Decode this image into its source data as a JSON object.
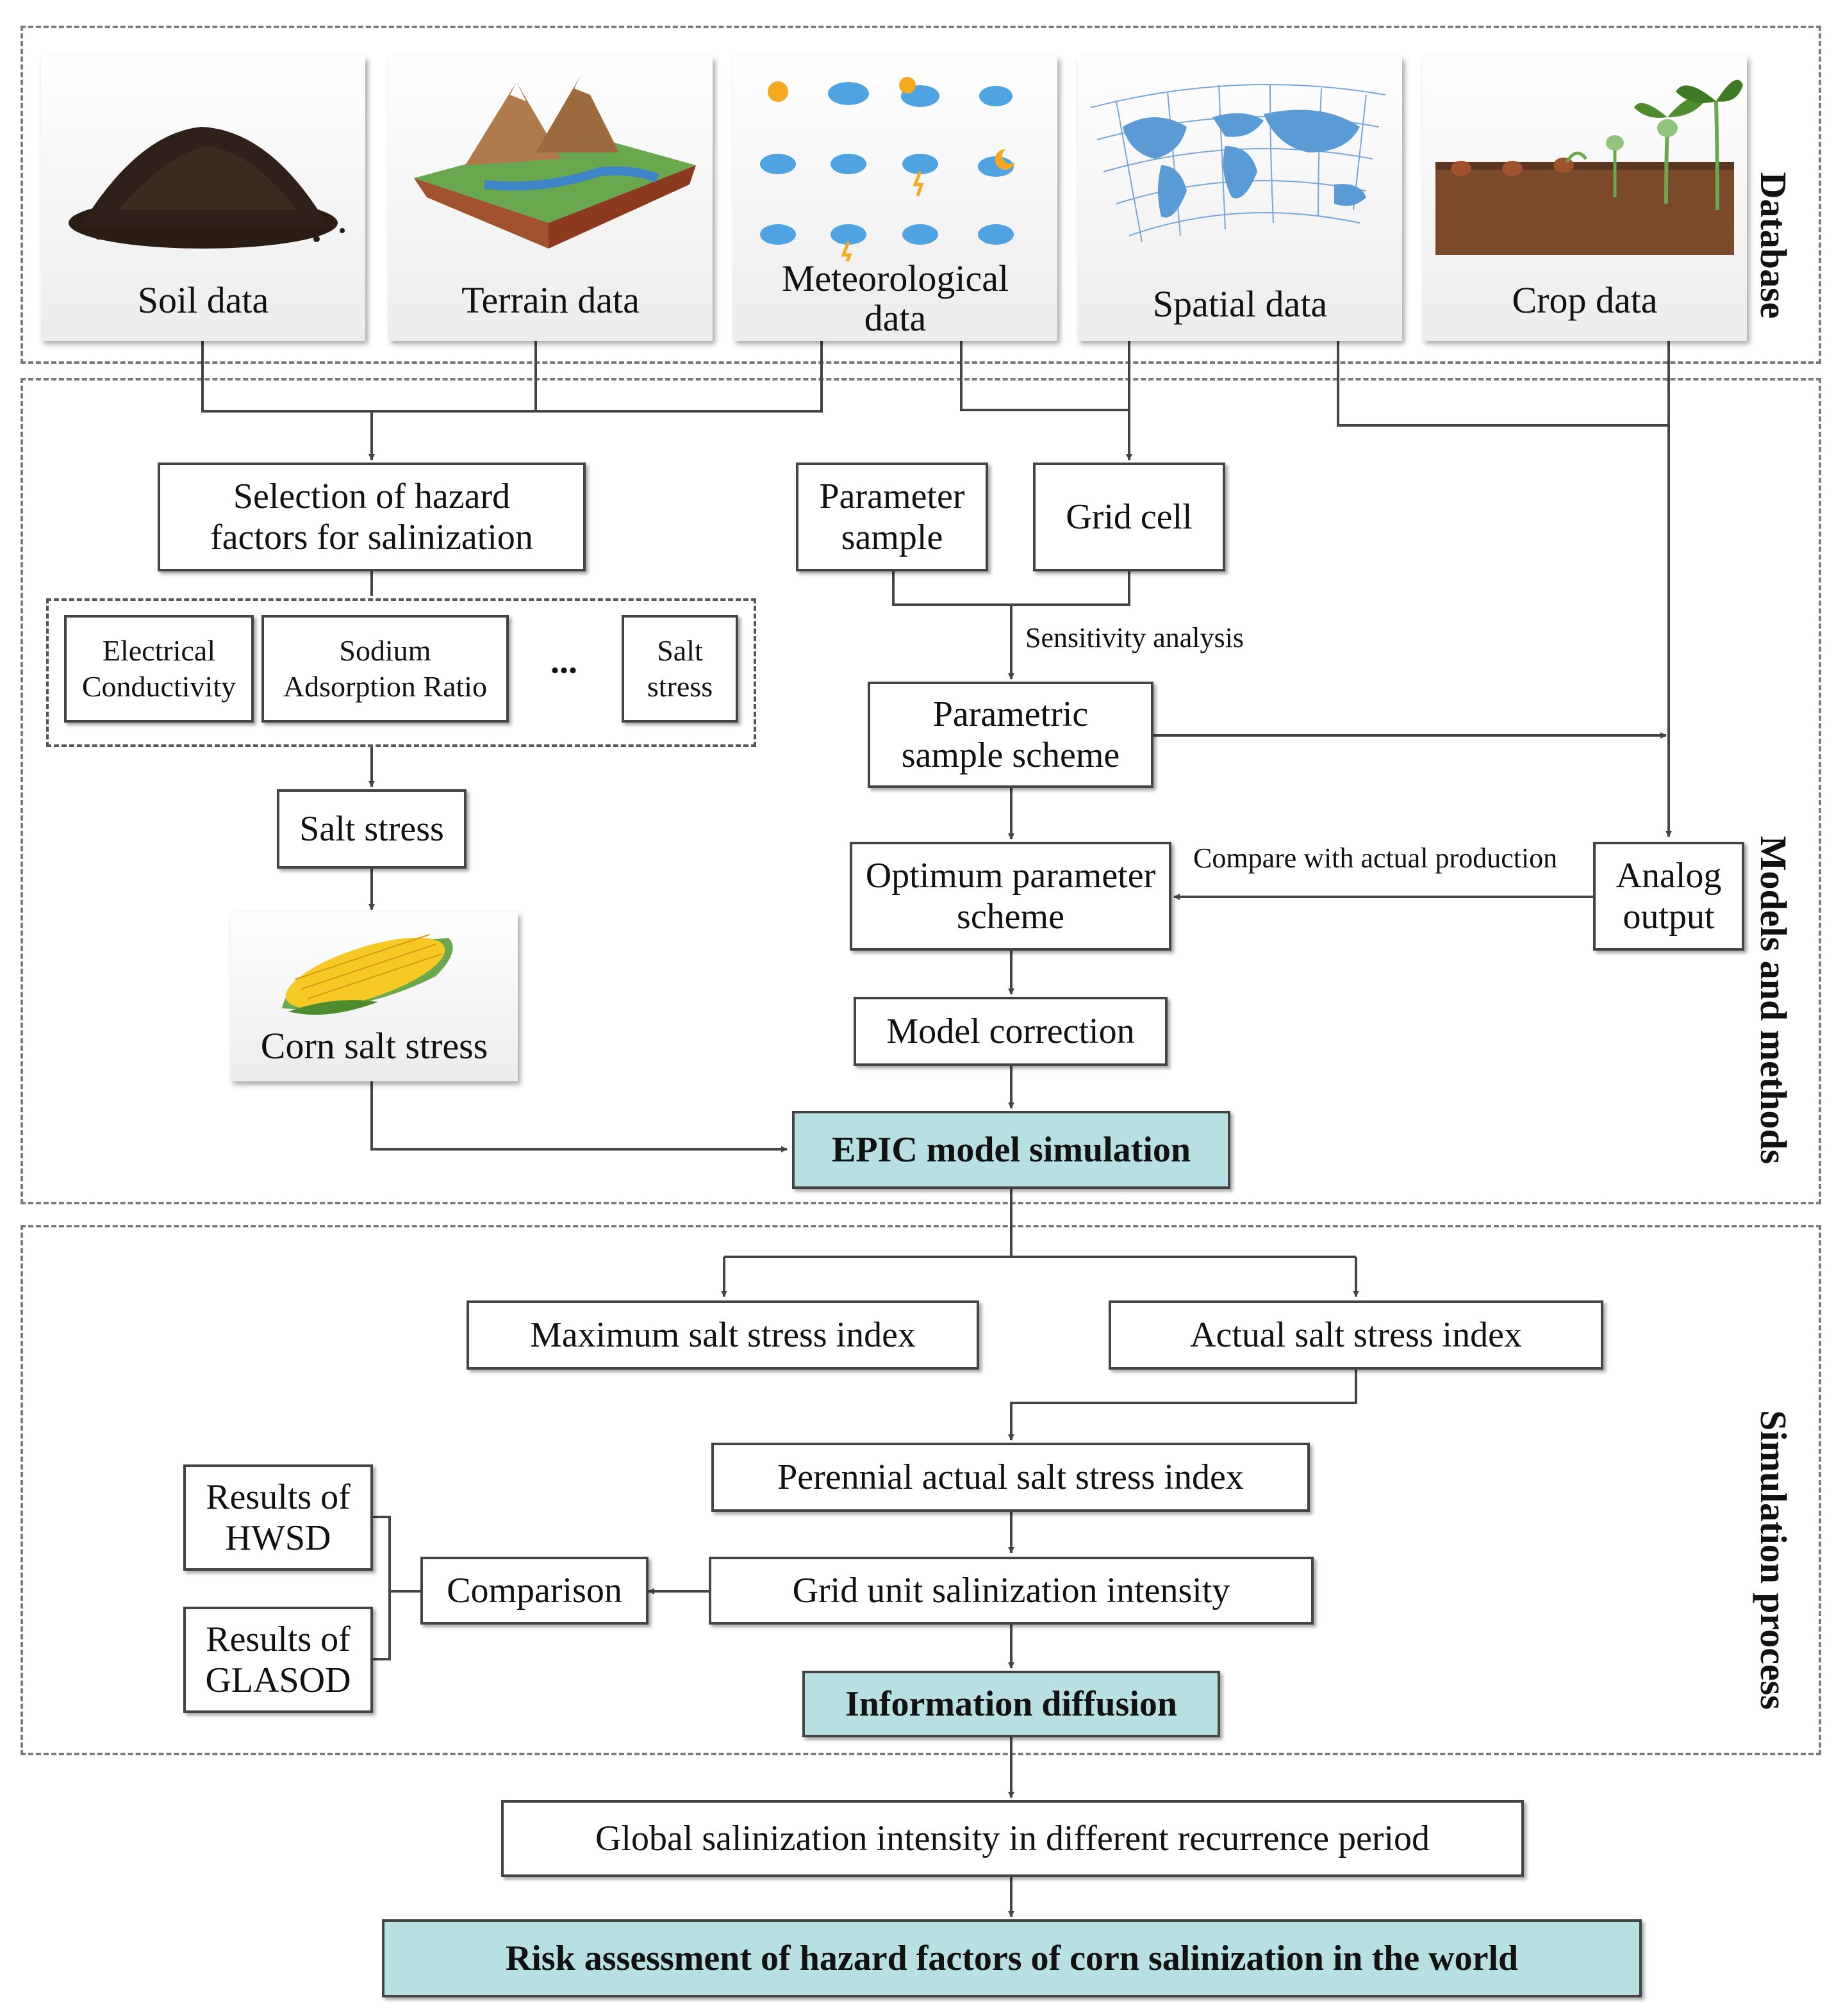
{
  "sections": {
    "database": "Database",
    "models": "Models and methods",
    "simulation": "Simulation process"
  },
  "data_sources": [
    {
      "label": "Soil data",
      "icon": "soil-pile-icon"
    },
    {
      "label": "Terrain data",
      "icon": "terrain-island-icon"
    },
    {
      "label": "Meteorological data",
      "icon": "weather-icons-grid"
    },
    {
      "label": "Spatial data",
      "icon": "world-map-grid-icon"
    },
    {
      "label": "Crop data",
      "icon": "seedling-growth-icon"
    }
  ],
  "models": {
    "selection": "Selection of hazard factors for salinization",
    "factors": [
      "Electrical Conductivity",
      "Sodium Adsorption Ratio",
      "...",
      "Salt stress"
    ],
    "salt_stress": "Salt stress",
    "corn_salt_stress": "Corn salt stress",
    "parameter_sample": "Parameter sample",
    "grid_cell": "Grid cell",
    "sensitivity": "Sensitivity analysis",
    "parametric_scheme": "Parametric sample scheme",
    "optimum_scheme": "Optimum parameter scheme",
    "compare_actual": "Compare with actual production",
    "analog_output": "Analog output",
    "model_correction": "Model correction",
    "epic": "EPIC model simulation"
  },
  "simulation": {
    "max_index": "Maximum salt stress index",
    "actual_index": "Actual salt stress index",
    "perennial": "Perennial actual salt stress index",
    "grid_intensity": "Grid unit salinization intensity",
    "comparison": "Comparison",
    "hwsd": "Results of HWSD",
    "glasod": "Results of GLASOD",
    "diffusion": "Information diffusion"
  },
  "outputs": {
    "global_intensity": "Global salinization intensity in different recurrence period",
    "risk": "Risk assessment of hazard factors of corn salinization in the world"
  },
  "colors": {
    "highlight": "#b8e0e3",
    "line": "#444444",
    "dash": "#7a7a7a"
  }
}
